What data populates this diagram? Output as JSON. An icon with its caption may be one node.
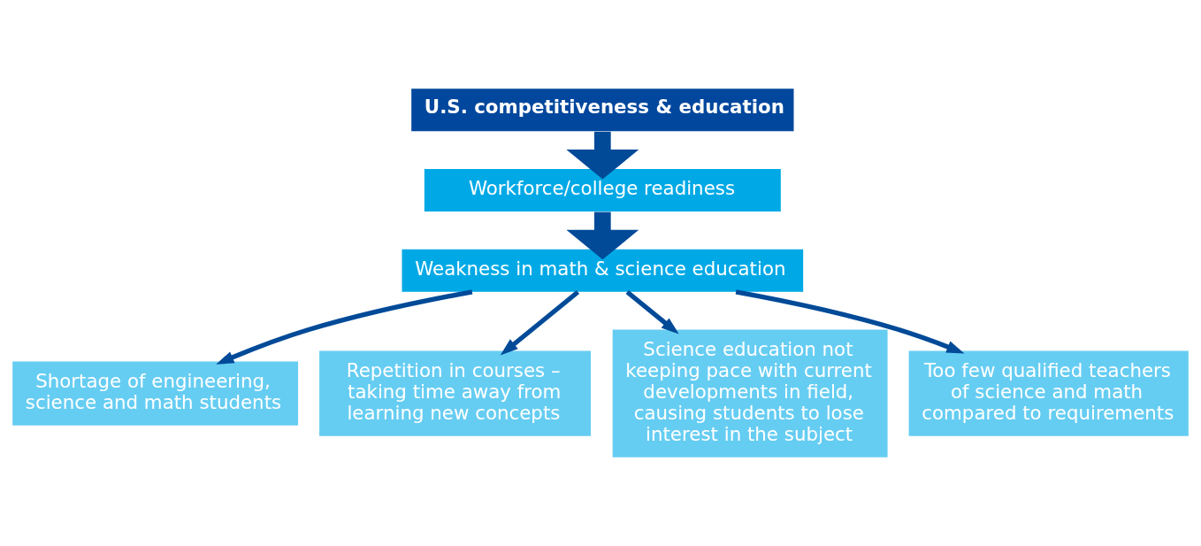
{
  "diagram": {
    "nodes": [
      {
        "text": [
          "U.S. competitiveness & education"
        ]
      },
      {
        "text": [
          "Workforce/college readiness"
        ]
      },
      {
        "text": [
          "Weakness in math & science education"
        ]
      },
      {
        "text": [
          "Shortage of engineering, science and math students"
        ]
      },
      {
        "text": [
          "Repetition in courses – taking time away from learning new concepts"
        ]
      },
      {
        "text": [
          "Science education not keeping pace with current developments in field, causing students to lose interest in the subject"
        ]
      },
      {
        "text": [
          "Too few qualified teachers of science and math compared to requirements"
        ]
      }
    ],
    "edges": [
      {
        "from": 0,
        "to": 1,
        "arrow": "to",
        "style": "thick"
      },
      {
        "from": 1,
        "to": 2,
        "arrow": "to",
        "style": "thick"
      },
      {
        "from": 2,
        "to": 3,
        "arrow": "to"
      },
      {
        "from": 2,
        "to": 4,
        "arrow": "to"
      },
      {
        "from": 2,
        "to": 5,
        "arrow": "to"
      },
      {
        "from": 2,
        "to": 6,
        "arrow": "to"
      }
    ]
  }
}
